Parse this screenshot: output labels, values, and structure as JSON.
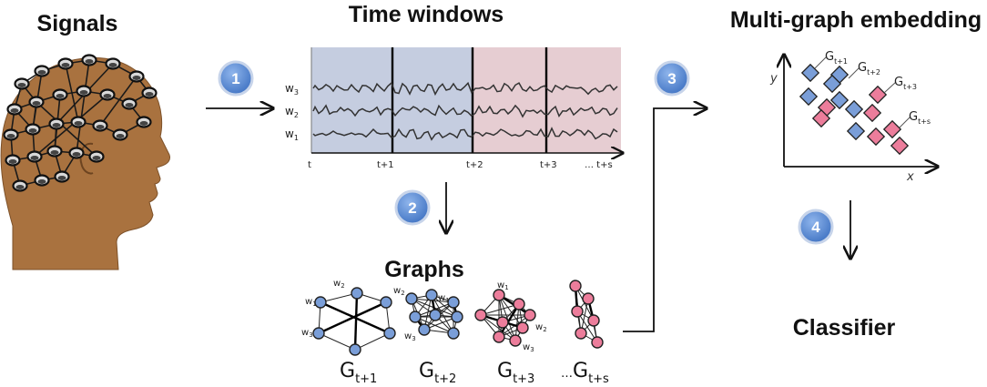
{
  "titles": {
    "signals": "Signals",
    "time_windows": "Time windows",
    "embedding": "Multi-graph embedding",
    "graphs": "Graphs",
    "classifier": "Classifier"
  },
  "steps": [
    "1",
    "2",
    "3",
    "4"
  ],
  "wave_labels": [
    {
      "main": "w",
      "sub": "3"
    },
    {
      "main": "w",
      "sub": "2"
    },
    {
      "main": "w",
      "sub": "1"
    }
  ],
  "time_ticks": [
    "t",
    "t+1",
    "t+2",
    "t+3",
    "… t+s"
  ],
  "graph_node_labels": [
    {
      "main": "w",
      "sub": "2"
    },
    {
      "main": "w",
      "sub": "1"
    },
    {
      "main": "w",
      "sub": "3"
    },
    {
      "main": "w",
      "sub": "2"
    },
    {
      "main": "w",
      "sub": "1"
    },
    {
      "main": "w",
      "sub": "3"
    },
    {
      "main": "w",
      "sub": "1"
    },
    {
      "main": "w",
      "sub": "2"
    },
    {
      "main": "w",
      "sub": "3"
    }
  ],
  "graph_labels": [
    {
      "prefix": "",
      "main": "G",
      "sub": "t+1"
    },
    {
      "prefix": "",
      "main": "G",
      "sub": "t+2"
    },
    {
      "prefix": "",
      "main": "G",
      "sub": "t+3"
    },
    {
      "prefix": "…",
      "main": "G",
      "sub": "t+s"
    }
  ],
  "embedding_labels": [
    {
      "main": "G",
      "sub": "t+1"
    },
    {
      "main": "G",
      "sub": "t+2"
    },
    {
      "main": "G",
      "sub": "t+3"
    },
    {
      "main": "G",
      "sub": "t+s"
    }
  ],
  "axes": {
    "x": "x",
    "y": "y"
  },
  "colors": {
    "blue_window": "#c5cde0",
    "pink_window": "#e6cdd2",
    "blue_node": "#7a9ed8",
    "pink_node": "#ec7d9b",
    "badge": "#5d8fd6",
    "head": "#a9723f"
  }
}
